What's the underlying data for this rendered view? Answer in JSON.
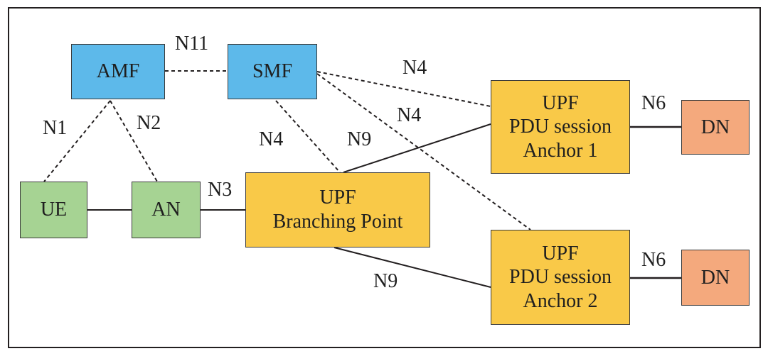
{
  "diagram": {
    "nodes": {
      "amf": {
        "lines": [
          "AMF"
        ]
      },
      "smf": {
        "lines": [
          "SMF"
        ]
      },
      "ue": {
        "lines": [
          "UE"
        ]
      },
      "an": {
        "lines": [
          "AN"
        ]
      },
      "upf_bp": {
        "lines": [
          "UPF",
          "Branching Point"
        ]
      },
      "upf_psa1": {
        "lines": [
          "UPF",
          "PDU session",
          "Anchor 1"
        ]
      },
      "upf_psa2": {
        "lines": [
          "UPF",
          "PDU session",
          "Anchor 2"
        ]
      },
      "dn1": {
        "lines": [
          "DN"
        ]
      },
      "dn2": {
        "lines": [
          "DN"
        ]
      }
    },
    "interfaces": {
      "n11": "N11",
      "n1": "N1",
      "n2": "N2",
      "n3": "N3",
      "n4_smf_bp": "N4",
      "n4_smf_psa1": "N4",
      "n4_smf_psa2": "N4",
      "n9_psa1": "N9",
      "n9_psa2": "N9",
      "n6_dn1": "N6",
      "n6_dn2": "N6"
    },
    "colors": {
      "control_plane": "#5db9ea",
      "access": "#a6d393",
      "upf": "#f9c948",
      "data_network": "#f4a97d",
      "line": "#231f20"
    }
  }
}
